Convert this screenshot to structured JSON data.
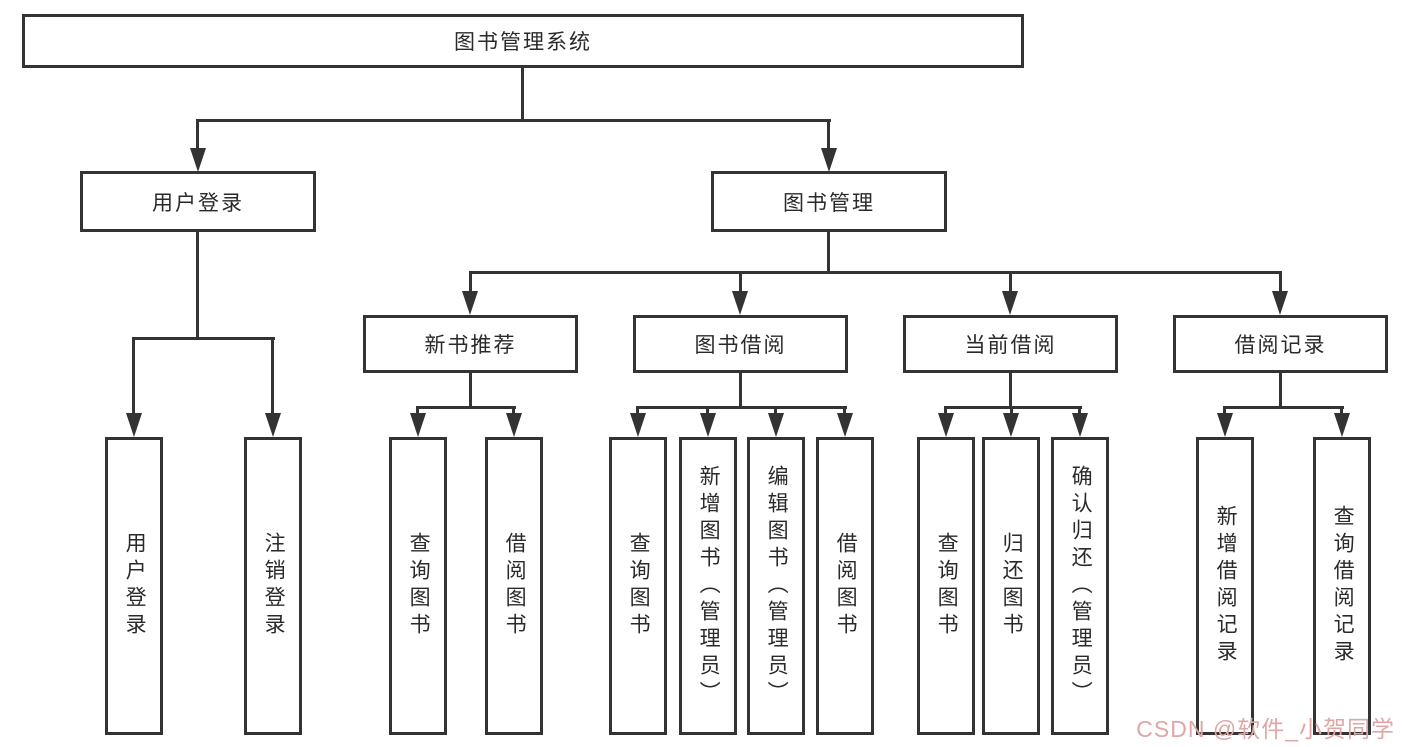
{
  "colors": {
    "line": "#333333",
    "text": "#2a2a2a",
    "background": "#ffffff",
    "watermark": "#dfa6a6"
  },
  "tree": {
    "root": {
      "label": "图书管理系统",
      "children": [
        {
          "label": "用户登录",
          "children": [
            {
              "label": "用户登录"
            },
            {
              "label": "注销登录"
            }
          ]
        },
        {
          "label": "图书管理",
          "children": [
            {
              "label": "新书推荐",
              "children": [
                {
                  "label": "查询图书"
                },
                {
                  "label": "借阅图书"
                }
              ]
            },
            {
              "label": "图书借阅",
              "children": [
                {
                  "label": "查询图书"
                },
                {
                  "label": "新增图书（管理员）"
                },
                {
                  "label": "编辑图书（管理员）"
                },
                {
                  "label": "借阅图书"
                }
              ]
            },
            {
              "label": "当前借阅",
              "children": [
                {
                  "label": "查询图书"
                },
                {
                  "label": "归还图书"
                },
                {
                  "label": "确认归还（管理员）"
                }
              ]
            },
            {
              "label": "借阅记录",
              "children": [
                {
                  "label": "新增借阅记录"
                },
                {
                  "label": "查询借阅记录"
                }
              ]
            }
          ]
        }
      ]
    }
  },
  "watermark": {
    "text": "CSDN @软件_小贺同学"
  }
}
